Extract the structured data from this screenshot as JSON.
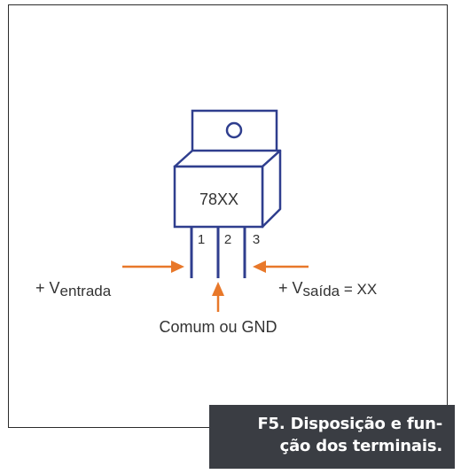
{
  "component": {
    "part_label": "78XX",
    "pin_numbers": [
      "1",
      "2",
      "3"
    ]
  },
  "labels": {
    "input_prefix": "+ V",
    "input_subscript": "entrada",
    "output_prefix": "+ V",
    "output_subscript": "saída",
    "output_suffix": " = XX",
    "ground": "Comum ou GND"
  },
  "caption": {
    "line1": "F5. Disposição e fun-",
    "line2": "ção dos terminais."
  },
  "colors": {
    "body_blue": "#2f3e8e",
    "arrow_orange": "#e8782a",
    "text_dark": "#333333",
    "caption_bg": "#3a3d43"
  }
}
